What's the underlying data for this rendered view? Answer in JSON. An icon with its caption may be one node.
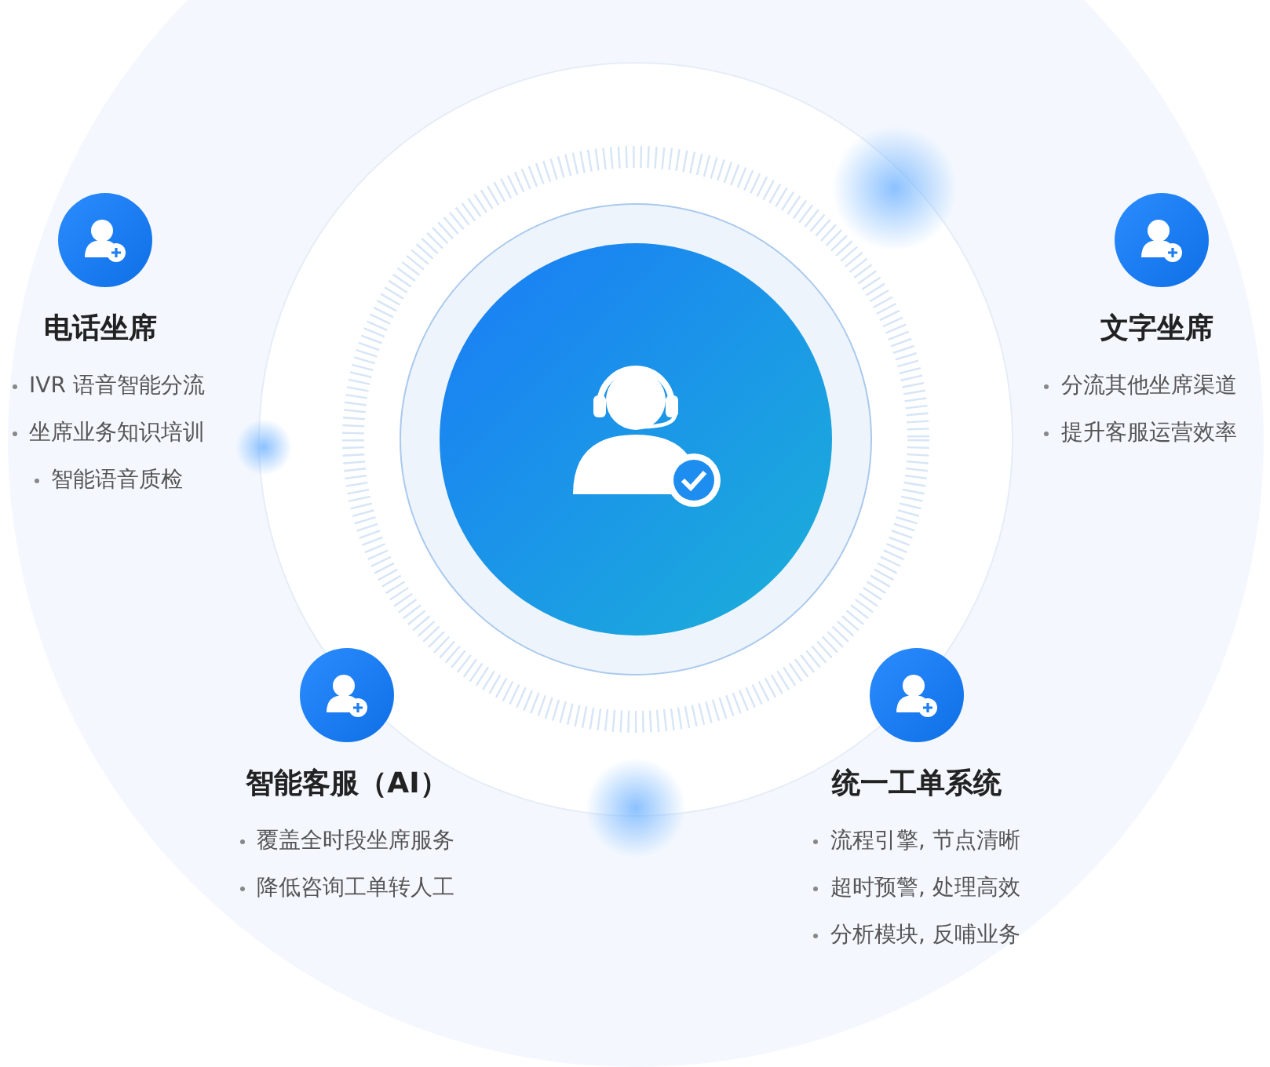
{
  "diagram": {
    "nodes": [
      {
        "text": [
          "电话坐席",
          "IVR 语音智能分流",
          "坐席业务知识培训",
          "智能语音质检"
        ]
      },
      {
        "text": [
          "文字坐席",
          "分流其他坐席渠道",
          "提升客服运营效率"
        ]
      },
      {
        "text": [
          "智能客服（AI）",
          "覆盖全时段坐席服务",
          "降低咨询工单转人工"
        ]
      },
      {
        "text": [
          "统一工单系统",
          "流程引擎, 节点清晰",
          "超时预警, 处理高效",
          "分析模块, 反哺业务"
        ]
      }
    ]
  }
}
